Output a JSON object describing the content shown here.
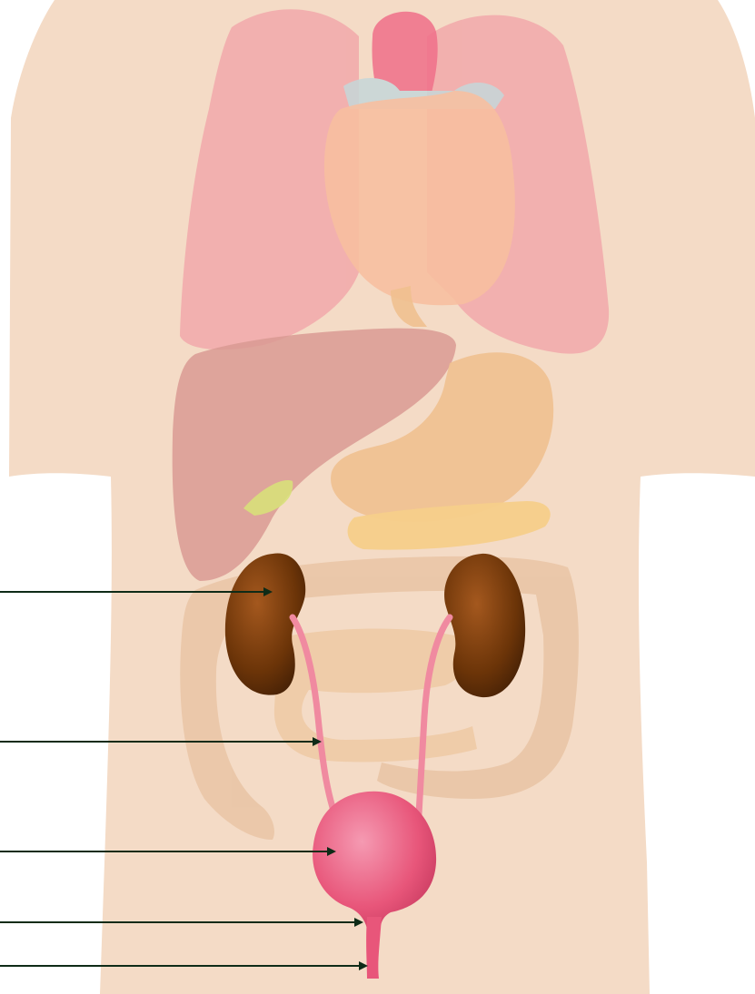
{
  "diagram": {
    "labels": [
      "",
      "",
      "",
      "",
      ""
    ],
    "colors": {
      "background": "#ffffff",
      "skin": "#f4dbc6",
      "lung": "#f2a2a7",
      "heart": "#f7bfa0",
      "aorta": "#f0708a",
      "liver": "#d99a93",
      "stomach": "#f0c08f",
      "pancreas": "#f5cf8a",
      "gallbladder": "#d8e07a",
      "intestine": "#e8c3a2",
      "kidney": "#6b3408",
      "kidney_highlight": "#a4581e",
      "ureter": "#f08aa0",
      "bladder": "#e8567a",
      "bladder_highlight": "#f59ab2",
      "arrow": "#0e2b17"
    },
    "pointers": [
      {
        "target": "kidney"
      },
      {
        "target": "ureter"
      },
      {
        "target": "bladder"
      },
      {
        "target": "urethra-neck"
      },
      {
        "target": "urethra"
      }
    ]
  }
}
